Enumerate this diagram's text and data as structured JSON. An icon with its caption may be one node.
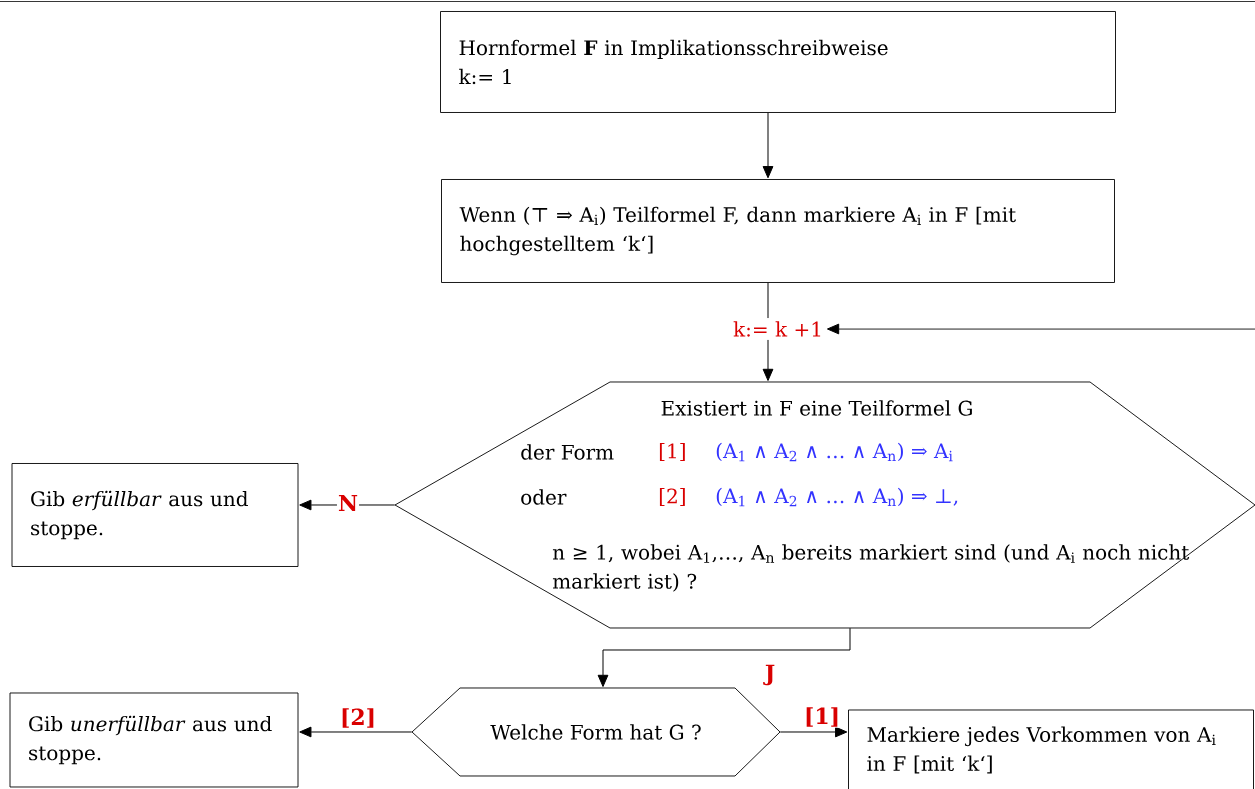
{
  "diagram": {
    "nodes": [
      {
        "text": [
          "Hornformel **F** in Implikationsschreibweise",
          "k:= 1"
        ]
      },
      {
        "text": [
          "Wenn (⊤ ⇒ A$_{i}$) Teilformel F, dann markiere A$_{i}$ in F [mit hochgestelltem ‘k‘]"
        ]
      },
      {
        "text": [
          "k:= k +1"
        ]
      },
      {
        "text": [
          "Existiert in F eine Teilformel G",
          "der Form",
          "[1]",
          "(A$_{1}$ ∧ A$_{2}$ ∧ … ∧ A$_{n}$) ⇒ A$_{i}$",
          "oder",
          "[2]",
          "(A$_{1}$ ∧ A$_{2}$ ∧ … ∧ A$_{n}$) ⇒ ⊥,",
          "n ≥ 1, wobei A$_{1}$,…, A$_{n}$ bereits markiert sind (und A$_{i}$ noch nicht markiert ist) ?"
        ]
      },
      {
        "text": [
          "Gib *erfüllbar* aus und stoppe."
        ]
      },
      {
        "text": [
          "Welche Form hat G ?"
        ]
      },
      {
        "text": [
          "Gib *unerfüllbar* aus und stoppe."
        ]
      },
      {
        "text": [
          "Markiere jedes Vorkommen von A$_{i}$ in F [mit ‘k‘]"
        ]
      }
    ],
    "edges": [
      {
        "from": 0,
        "to": 1,
        "arrow": "to"
      },
      {
        "from": 1,
        "to": 2,
        "arrow": "none"
      },
      {
        "from": 2,
        "to": 3,
        "arrow": "to"
      },
      {
        "from": null,
        "to": 2,
        "arrow": "to"
      },
      {
        "from": 3,
        "to": 4,
        "arrow": "to",
        "label": "N"
      },
      {
        "from": 3,
        "to": 5,
        "arrow": "to",
        "label": "J"
      },
      {
        "from": 5,
        "to": 6,
        "arrow": "to",
        "label": "[2]"
      },
      {
        "from": 5,
        "to": 7,
        "arrow": "to",
        "label": "[1]"
      }
    ]
  }
}
